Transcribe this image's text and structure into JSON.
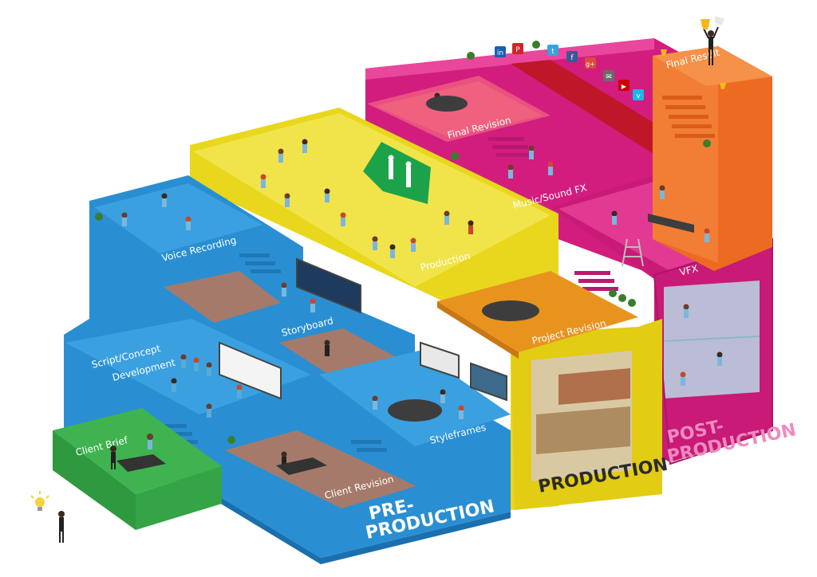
{
  "colors": {
    "pre_production": "#2a8fd2",
    "production": "#e8d71c",
    "post_production": "#d21d7f",
    "client_brief": "#3fb34f",
    "project_revision": "#e9931f",
    "final_result": "#ed6b21"
  },
  "rooms": {
    "client_brief": "Client Brief",
    "script_concept_line1": "Script/Concept",
    "script_concept_line2": "Development",
    "voice_recording": "Voice Recording",
    "storyboard": "Storyboard",
    "client_revision": "Client Revision",
    "styleframes": "Styleframes",
    "production_studio": "Production",
    "project_revision": "Project Revision",
    "final_revision": "Final Revision",
    "music_sound_fx": "Music/Sound FX",
    "vfx": "VFX",
    "final_result": "Final Result"
  },
  "phases": {
    "pre_line1": "PRE-",
    "pre_line2": "PRODUCTION",
    "production": "PRODUCTION",
    "post_line1": "POST-",
    "post_line2": "PRODUCTION"
  },
  "icons": [
    "lightbulb-icon",
    "trophy-icon",
    "linkedin-icon",
    "pinterest-icon",
    "twitter-icon",
    "facebook-icon",
    "googleplus-icon",
    "email-icon",
    "youtube-icon",
    "vimeo-icon"
  ],
  "social_glyphs": [
    "in",
    "P",
    "t",
    "f",
    "g+",
    "✉",
    "▶",
    "v"
  ]
}
